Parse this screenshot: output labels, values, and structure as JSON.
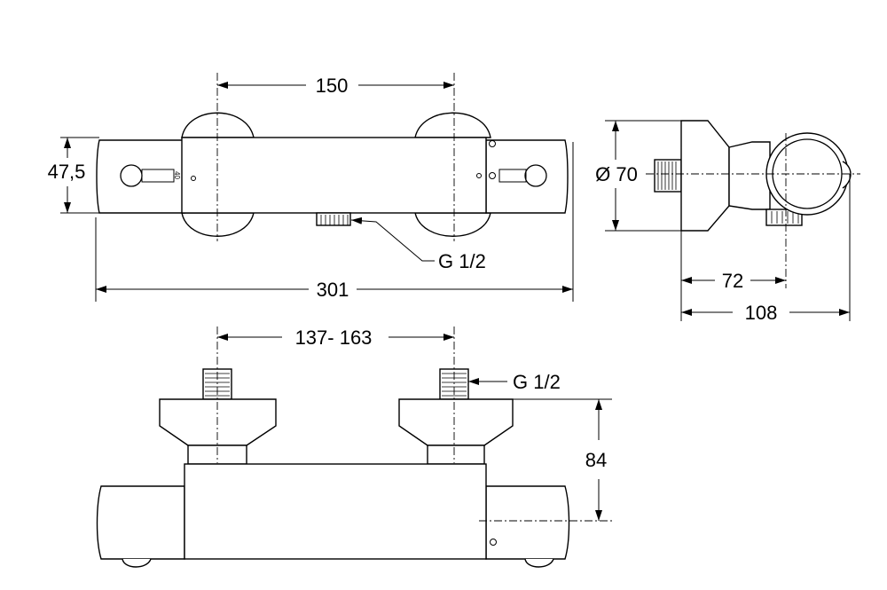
{
  "drawing": {
    "front_view": {
      "dim_handle_spacing": "150",
      "dim_height": "47,5",
      "dim_total_width": "301",
      "thread_label": "G 1/2",
      "scale_mark": "40"
    },
    "side_view": {
      "dim_diameter": "Ø 70",
      "dim_projection": "72",
      "dim_depth": "108"
    },
    "bottom_view": {
      "dim_inlet_spacing": "137- 163",
      "thread_label": "G 1/2",
      "dim_inlet_height": "84"
    }
  }
}
